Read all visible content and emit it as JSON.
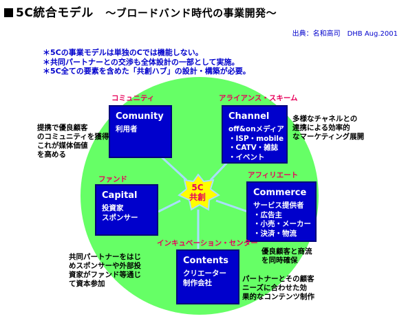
{
  "header": {
    "title": "5C統合モデル",
    "subtitle": "～ブロードバンド時代の事業開発～",
    "source": "出典：名和高司　DHB Aug.2001"
  },
  "bullets": [
    "＊5Cの事業モデルは単独のCでは機能しない。",
    "＊共同パートナーとの交渉も全体設計の一部として実施。",
    "＊5C全ての要素を含めた「共創ハブ」の設計・構築が必要。"
  ],
  "hub": {
    "line1": "5C",
    "line2": "共創"
  },
  "nodes": {
    "community": {
      "tag": "コミュニティ",
      "title": "Comunity",
      "lines": [
        "利用者"
      ],
      "note": [
        "提携で優良顧客",
        "のコミュニティを獲得",
        "これが媒体価値",
        "を高める"
      ]
    },
    "channel": {
      "tag": "アライアンス・スキーム",
      "title": "Channel",
      "lines": [
        "off&onメディア",
        "・ISP・mobile",
        "・CATV・雑誌",
        "・イベント"
      ],
      "note": [
        "多様なチャネルとの",
        "連携による効率的",
        "なマーケティング展開"
      ]
    },
    "capital": {
      "tag": "ファンド",
      "title": "Capital",
      "lines": [
        "投資家",
        "スポンサー"
      ],
      "note": [
        "共同パートナーをはじ",
        "めスポンサーや外部投",
        "資家がファンド等通じ",
        "て資本参加"
      ]
    },
    "commerce": {
      "tag": "アフィリエート",
      "title": "Commerce",
      "lines": [
        "サービス提供者",
        "・広告主",
        "・小売・メーカー",
        "・決済・物流"
      ],
      "note": [
        "優良顧客と商流",
        "を同時確保"
      ]
    },
    "contents": {
      "tag": "インキュベーション・センター",
      "title": "Contents",
      "lines": [
        "クリエーター",
        "制作会社"
      ],
      "note": [
        "パートナーとその顧客",
        "ニーズに合わせた効",
        "果的なコンテンツ制作"
      ]
    }
  },
  "colors": {
    "circle": "#66ff66",
    "box": "#0000cc",
    "tag": "#e8005a",
    "bullet": "#0000cc",
    "hub": "#ffff00"
  }
}
